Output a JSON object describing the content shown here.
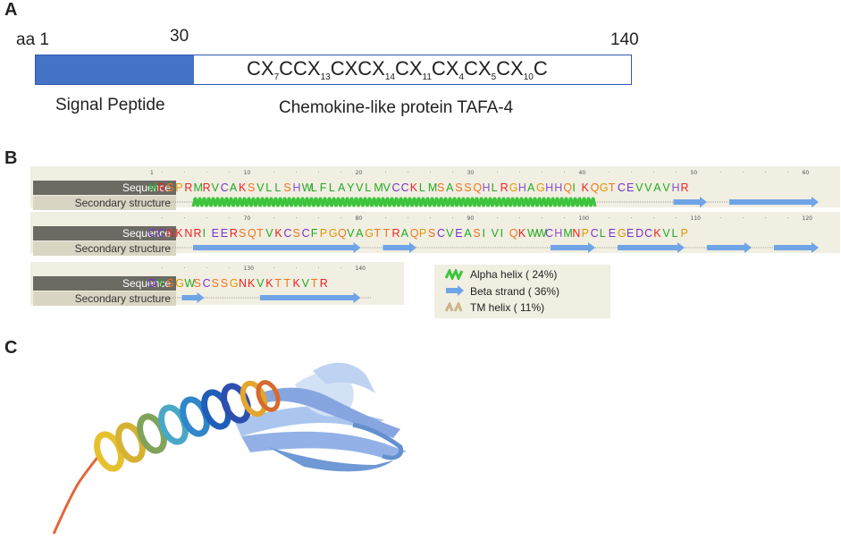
{
  "panels": {
    "a": "A",
    "b": "B",
    "c": "C"
  },
  "panel_a": {
    "start_label": "aa 1",
    "mid_label": "30",
    "end_label": "140",
    "motif": [
      {
        "t": "CX",
        "s": "7"
      },
      {
        "t": "CCX",
        "s": "13"
      },
      {
        "t": "CXCX",
        "s": "14"
      },
      {
        "t": "CX",
        "s": "11"
      },
      {
        "t": "CX",
        "s": "4"
      },
      {
        "t": "CX",
        "s": "5"
      },
      {
        "t": "CX",
        "s": "10"
      },
      {
        "t": "C",
        "s": ""
      }
    ],
    "signal_label": "Signal Peptide",
    "protein_label": "Chemokine-like protein TAFA-4",
    "colors": {
      "signal": "#4472c4",
      "outline": "#2e59b3"
    }
  },
  "panel_b": {
    "row_labels": {
      "sequence": "Sequence",
      "secondary": "Secondary structure"
    },
    "rows": [
      {
        "seq": "MRSPRMRVCAKSVLLSHWLFLAYVLMVCCKLMSASSQHLRGHAGHHQIKQGTCEVVAVHR",
        "ticks": [
          {
            "pos": 1,
            "label": "1"
          },
          {
            "pos": 10,
            "label": "10"
          },
          {
            "pos": 20,
            "label": "20"
          },
          {
            "pos": 30,
            "label": "30"
          },
          {
            "pos": 40,
            "label": "40"
          },
          {
            "pos": 50,
            "label": "50"
          },
          {
            "pos": 60,
            "label": "60"
          }
        ]
      },
      {
        "seq": "CCNKNRIEERSQTVKCSCFPGQVAGTTRAQPSCVEASIVIQKWWCHMNPCLEGEDCKVLP",
        "ticks": [
          {
            "pos": 10,
            "label": "70"
          },
          {
            "pos": 20,
            "label": "80"
          },
          {
            "pos": 30,
            "label": "90"
          },
          {
            "pos": 40,
            "label": "100"
          },
          {
            "pos": 50,
            "label": "110"
          },
          {
            "pos": 60,
            "label": "120"
          }
        ]
      },
      {
        "seq": "DYSGWSCSSGNKVKTTKVTR",
        "ticks": [
          {
            "pos": 10,
            "label": "130"
          },
          {
            "pos": 20,
            "label": "140"
          }
        ]
      }
    ],
    "legend": [
      {
        "label": "Alpha helix ( 24%)",
        "type": "helix"
      },
      {
        "label": "Beta strand ( 36%)",
        "type": "strand"
      },
      {
        "label": "TM helix ( 11%)",
        "type": "tm"
      }
    ],
    "colors": {
      "helix": "#3cc43c",
      "strand": "#6fa4e6",
      "tm": "#c9b68a"
    }
  }
}
